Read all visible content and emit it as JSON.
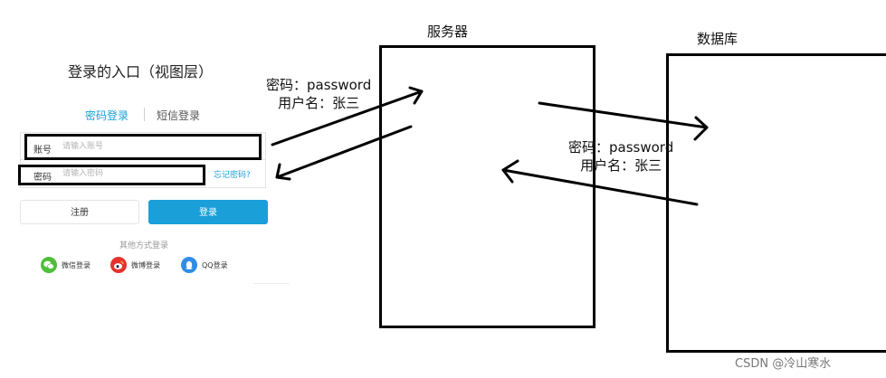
{
  "login": {
    "title": "登录的入口（视图层）",
    "tabs": [
      "密码登录",
      "短信登录"
    ],
    "account": {
      "label": "账号",
      "placeholder": "请输入账号"
    },
    "password": {
      "label": "密码",
      "placeholder": "请输入密码"
    },
    "forgot_label": "忘记密码?",
    "register_label": "注册",
    "login_label": "登录",
    "other_title": "其他方式登录",
    "socials": [
      {
        "label": "微信登录",
        "icon": "wechat-icon",
        "color": "#4fbf3a"
      },
      {
        "label": "微博登录",
        "icon": "weibo-icon",
        "color": "#e6322e"
      },
      {
        "label": "QQ登录",
        "icon": "qq-icon",
        "color": "#2e8de6"
      }
    ],
    "accent": "#1a9fd9"
  },
  "diagram": {
    "server_label": "服务器",
    "db_label": "数据库",
    "cred_password": "密码：password",
    "cred_username": "用户名：张三"
  },
  "watermark": "CSDN @冷山寒水"
}
